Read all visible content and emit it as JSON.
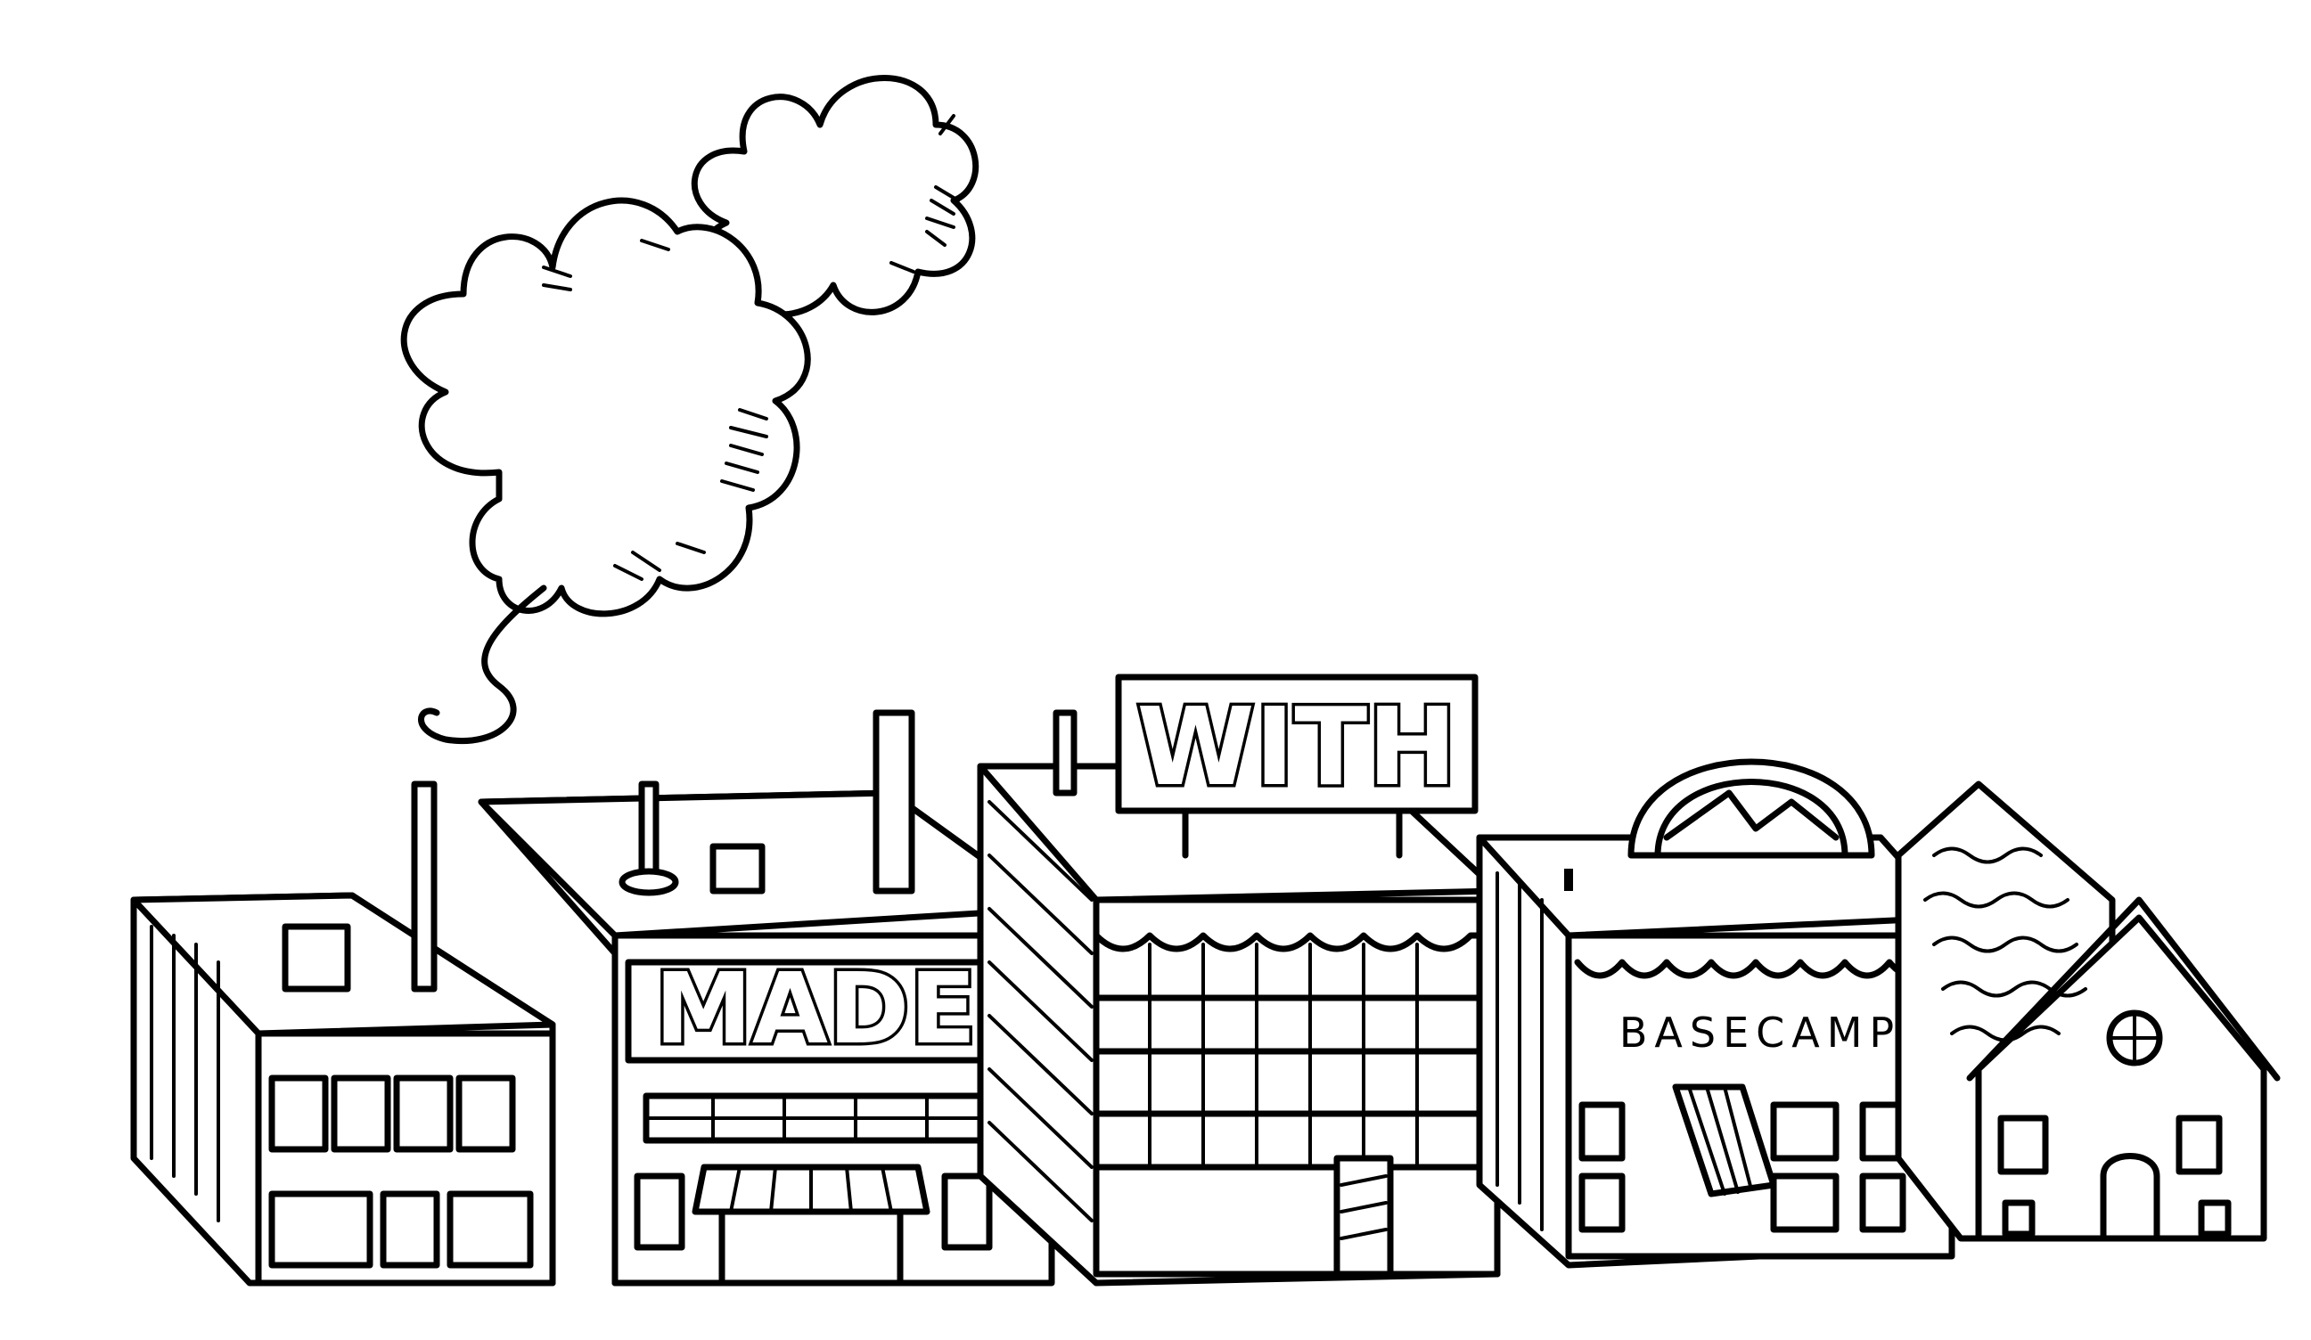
{
  "scene": {
    "background": "#ffffff",
    "ink_color": "#000000"
  },
  "signs": {
    "made": "MADE",
    "with": "WITH",
    "basecamp": "BASECAMP"
  }
}
